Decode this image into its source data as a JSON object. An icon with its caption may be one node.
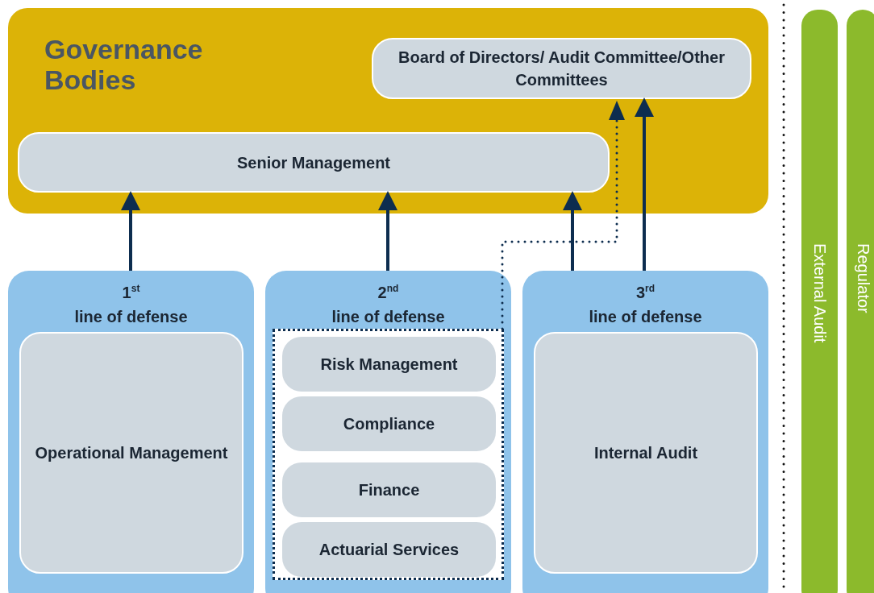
{
  "diagram": {
    "nodes": [
      {
        "text": [
          "Governance Bodies"
        ]
      },
      {
        "text": [
          "Board of Directors/ Audit Committee/Other Committees"
        ],
        "in": 0
      },
      {
        "text": [
          "Senior Management"
        ],
        "in": 0
      },
      {
        "text": [
          "1$^{st}$ line of defense"
        ]
      },
      {
        "text": [
          "Operational Management"
        ],
        "in": 3
      },
      {
        "text": [
          "2$^{nd}$ line of defense"
        ]
      },
      {
        "text": [],
        "shape": "box",
        "in": 5
      },
      {
        "text": [
          "Risk Management"
        ],
        "in": 6
      },
      {
        "text": [
          "Compliance"
        ],
        "in": 6
      },
      {
        "text": [
          "Finance"
        ],
        "in": 6
      },
      {
        "text": [
          "Actuarial Services"
        ],
        "in": 6
      },
      {
        "text": [
          "3$^{rd}$ line of defense"
        ]
      },
      {
        "text": [
          "Internal Audit"
        ],
        "in": 11
      },
      {
        "text": [
          "External Audit"
        ]
      },
      {
        "text": [
          "Regulator"
        ]
      }
    ],
    "edges": [
      {
        "from": 3,
        "to": 2,
        "arrow": "to"
      },
      {
        "from": 5,
        "to": 2,
        "arrow": "to"
      },
      {
        "from": 6,
        "to": 1,
        "arrow": "to",
        "style": "dashed"
      },
      {
        "from": 11,
        "to": 2,
        "arrow": "to"
      },
      {
        "from": 11,
        "to": 1,
        "arrow": "to"
      }
    ]
  }
}
